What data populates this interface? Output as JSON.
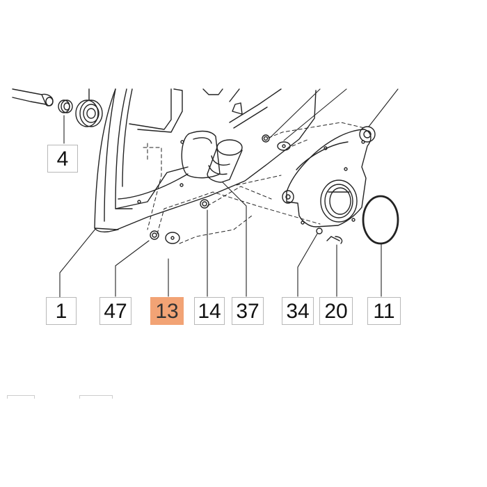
{
  "callouts": [
    {
      "id": "4",
      "label": "4",
      "highlighted": false
    },
    {
      "id": "1",
      "label": "1",
      "highlighted": false
    },
    {
      "id": "47",
      "label": "47",
      "highlighted": false
    },
    {
      "id": "13",
      "label": "13",
      "highlighted": true
    },
    {
      "id": "14",
      "label": "14",
      "highlighted": false
    },
    {
      "id": "37",
      "label": "37",
      "highlighted": false
    },
    {
      "id": "34",
      "label": "34",
      "highlighted": false
    },
    {
      "id": "20",
      "label": "20",
      "highlighted": false
    },
    {
      "id": "11",
      "label": "11",
      "highlighted": false
    }
  ],
  "colors": {
    "highlight": "#f2a375",
    "line": "#222222",
    "box_border": "#b8b8b8"
  }
}
